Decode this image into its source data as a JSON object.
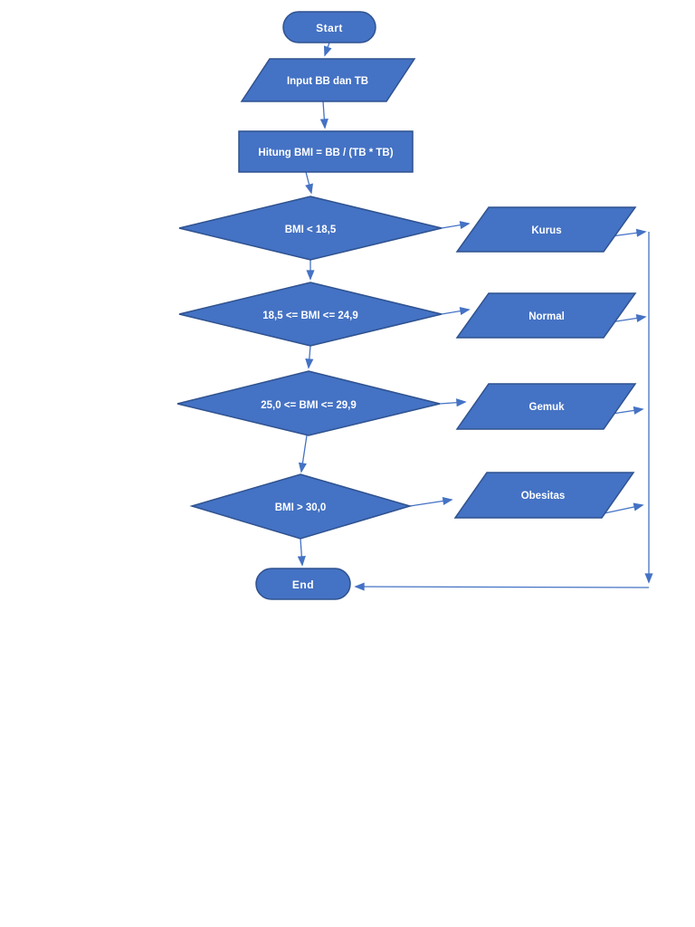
{
  "flowchart": {
    "colors": {
      "shape_fill": "#4472C4",
      "shape_border": "#2F528F",
      "connector": "#4472C4",
      "label_text": "#FFFFFF",
      "page_background": "#FFFFFF"
    },
    "nodes": {
      "start": {
        "type": "terminator",
        "label": "Start"
      },
      "input": {
        "type": "input-output",
        "label": "Input BB dan TB"
      },
      "process": {
        "type": "process",
        "label": "Hitung BMI = BB / (TB * TB)"
      },
      "decision1": {
        "type": "decision",
        "label": "BMI < 18,5"
      },
      "output1": {
        "type": "input-output",
        "label": "Kurus"
      },
      "decision2": {
        "type": "decision",
        "label": "18,5 <= BMI <= 24,9"
      },
      "output2": {
        "type": "input-output",
        "label": "Normal"
      },
      "decision3": {
        "type": "decision",
        "label": "25,0 <= BMI <= 29,9"
      },
      "output3": {
        "type": "input-output",
        "label": "Gemuk"
      },
      "decision4": {
        "type": "decision",
        "label": "BMI > 30,0"
      },
      "output4": {
        "type": "input-output",
        "label": "Obesitas"
      },
      "end": {
        "type": "terminator",
        "label": "End"
      }
    },
    "edges": [
      "start -> input",
      "input -> process",
      "process -> decision1",
      "decision1 -> output1",
      "decision1 -> decision2",
      "decision2 -> output2",
      "decision2 -> decision3",
      "decision3 -> output3",
      "decision3 -> decision4",
      "decision4 -> output4",
      "decision4 -> end",
      "output1 -> end",
      "output2 -> end",
      "output3 -> end",
      "output4 -> end"
    ]
  }
}
